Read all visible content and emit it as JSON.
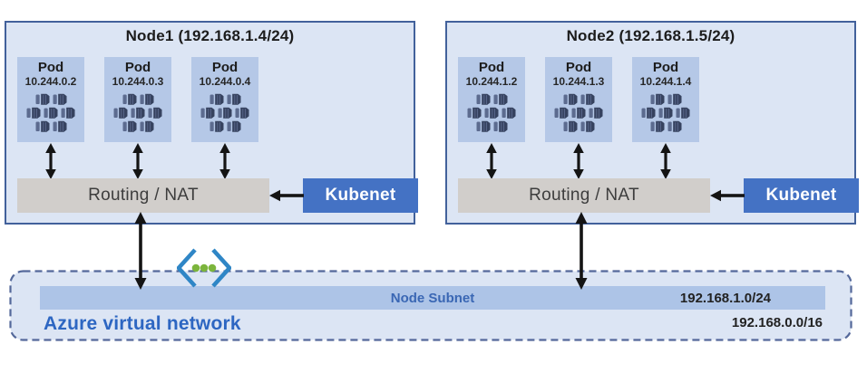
{
  "nodes": [
    {
      "title": "Node1 (192.168.1.4/24)",
      "pods": [
        {
          "label": "Pod",
          "ip": "10.244.0.2"
        },
        {
          "label": "Pod",
          "ip": "10.244.0.3"
        },
        {
          "label": "Pod",
          "ip": "10.244.0.4"
        }
      ],
      "routing_label": "Routing / NAT",
      "kubenet_label": "Kubenet"
    },
    {
      "title": "Node2 (192.168.1.5/24)",
      "pods": [
        {
          "label": "Pod",
          "ip": "10.244.1.2"
        },
        {
          "label": "Pod",
          "ip": "10.244.1.3"
        },
        {
          "label": "Pod",
          "ip": "10.244.1.4"
        }
      ],
      "routing_label": "Routing / NAT",
      "kubenet_label": "Kubenet"
    }
  ],
  "vnet": {
    "label": "Azure virtual network",
    "subnet_label": "Node Subnet",
    "subnet_cidr": "192.168.1.0/24",
    "vnet_cidr": "192.168.0.0/16"
  },
  "icons": {
    "pod": "container-cluster-icon",
    "vnet": "virtual-network-icon"
  },
  "colors": {
    "accent_blue": "#4472c4",
    "node_fill": "#dce5f4",
    "node_border": "#42619b",
    "pod_fill": "#b5c8e7",
    "routing_fill": "#d1cecb",
    "subnet_bar": "#adc4e7",
    "blue_text": "#2d66c2",
    "dashed_border": "#54689a",
    "arrow_black": "#141414",
    "icon_navy": "#36425f",
    "icon_green": "#7cb53c",
    "icon_blue": "#2f86c6"
  }
}
